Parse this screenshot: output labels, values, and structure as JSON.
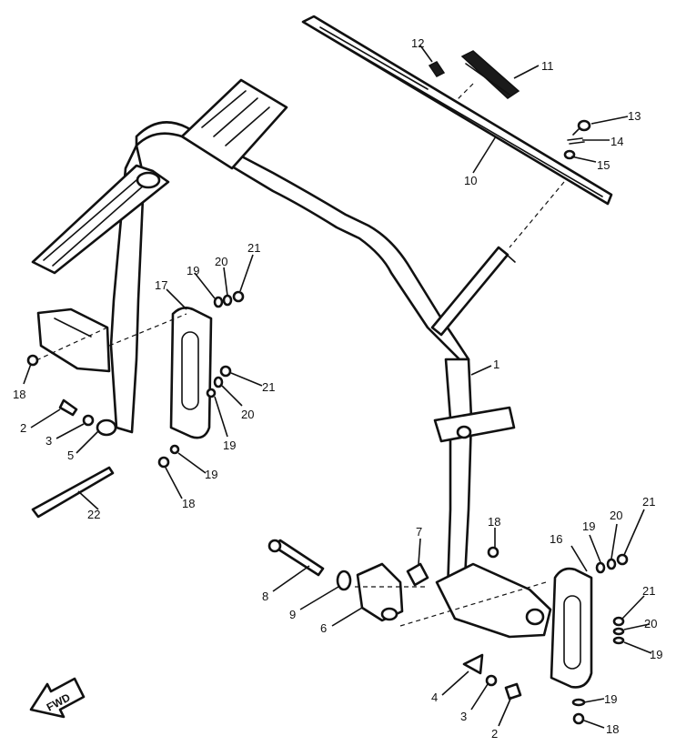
{
  "direction_marker": {
    "label": "FWD"
  },
  "callouts": [
    {
      "id": "c1",
      "label": "1"
    },
    {
      "id": "c2a",
      "label": "2"
    },
    {
      "id": "c2b",
      "label": "2"
    },
    {
      "id": "c3a",
      "label": "3"
    },
    {
      "id": "c3b",
      "label": "3"
    },
    {
      "id": "c4",
      "label": "4"
    },
    {
      "id": "c5",
      "label": "5"
    },
    {
      "id": "c6",
      "label": "6"
    },
    {
      "id": "c7",
      "label": "7"
    },
    {
      "id": "c8",
      "label": "8"
    },
    {
      "id": "c9",
      "label": "9"
    },
    {
      "id": "c10",
      "label": "10"
    },
    {
      "id": "c11",
      "label": "11"
    },
    {
      "id": "c12",
      "label": "12"
    },
    {
      "id": "c13",
      "label": "13"
    },
    {
      "id": "c14",
      "label": "14"
    },
    {
      "id": "c15",
      "label": "15"
    },
    {
      "id": "c16",
      "label": "16"
    },
    {
      "id": "c17",
      "label": "17"
    },
    {
      "id": "c18a",
      "label": "18"
    },
    {
      "id": "c18b",
      "label": "18"
    },
    {
      "id": "c18c",
      "label": "18"
    },
    {
      "id": "c18d",
      "label": "18"
    },
    {
      "id": "c19a",
      "label": "19"
    },
    {
      "id": "c19b",
      "label": "19"
    },
    {
      "id": "c19c",
      "label": "19"
    },
    {
      "id": "c19d",
      "label": "19"
    },
    {
      "id": "c19e",
      "label": "19"
    },
    {
      "id": "c19f",
      "label": "19"
    },
    {
      "id": "c20a",
      "label": "20"
    },
    {
      "id": "c20b",
      "label": "20"
    },
    {
      "id": "c20c",
      "label": "20"
    },
    {
      "id": "c20d",
      "label": "20"
    },
    {
      "id": "c21a",
      "label": "21"
    },
    {
      "id": "c21b",
      "label": "21"
    },
    {
      "id": "c21c",
      "label": "21"
    },
    {
      "id": "c21d",
      "label": "21"
    },
    {
      "id": "c22",
      "label": "22"
    }
  ]
}
